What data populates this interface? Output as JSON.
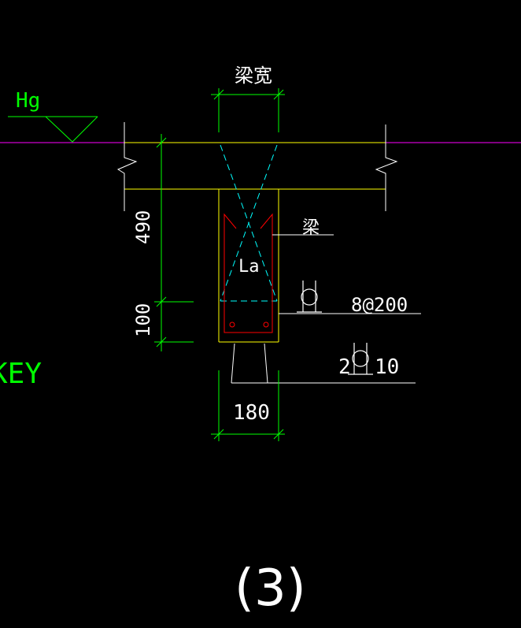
{
  "drawing": {
    "beam_width_label": "梁宽",
    "elevation_label": "Hg",
    "beam_label": "梁",
    "anchorage_label": "La",
    "stirrup_spacing": "8@200",
    "main_bars_count": "2",
    "main_bars_size": "10",
    "dim_upper": "490",
    "dim_lower": "100",
    "dim_width": "180",
    "key_label": "KEY",
    "detail_number": "(3)"
  },
  "colors": {
    "dimension": "#00ff00",
    "slab": "#ffff00",
    "outline": "#ffffff",
    "rebar": "#ff0000",
    "hatch": "#00ffff",
    "level_line": "#ff00ff"
  },
  "icons": {
    "rebar_grade": "hrb-grade-glyph",
    "break_symbol": "break-line-symbol",
    "level_marker": "elevation-triangle"
  }
}
